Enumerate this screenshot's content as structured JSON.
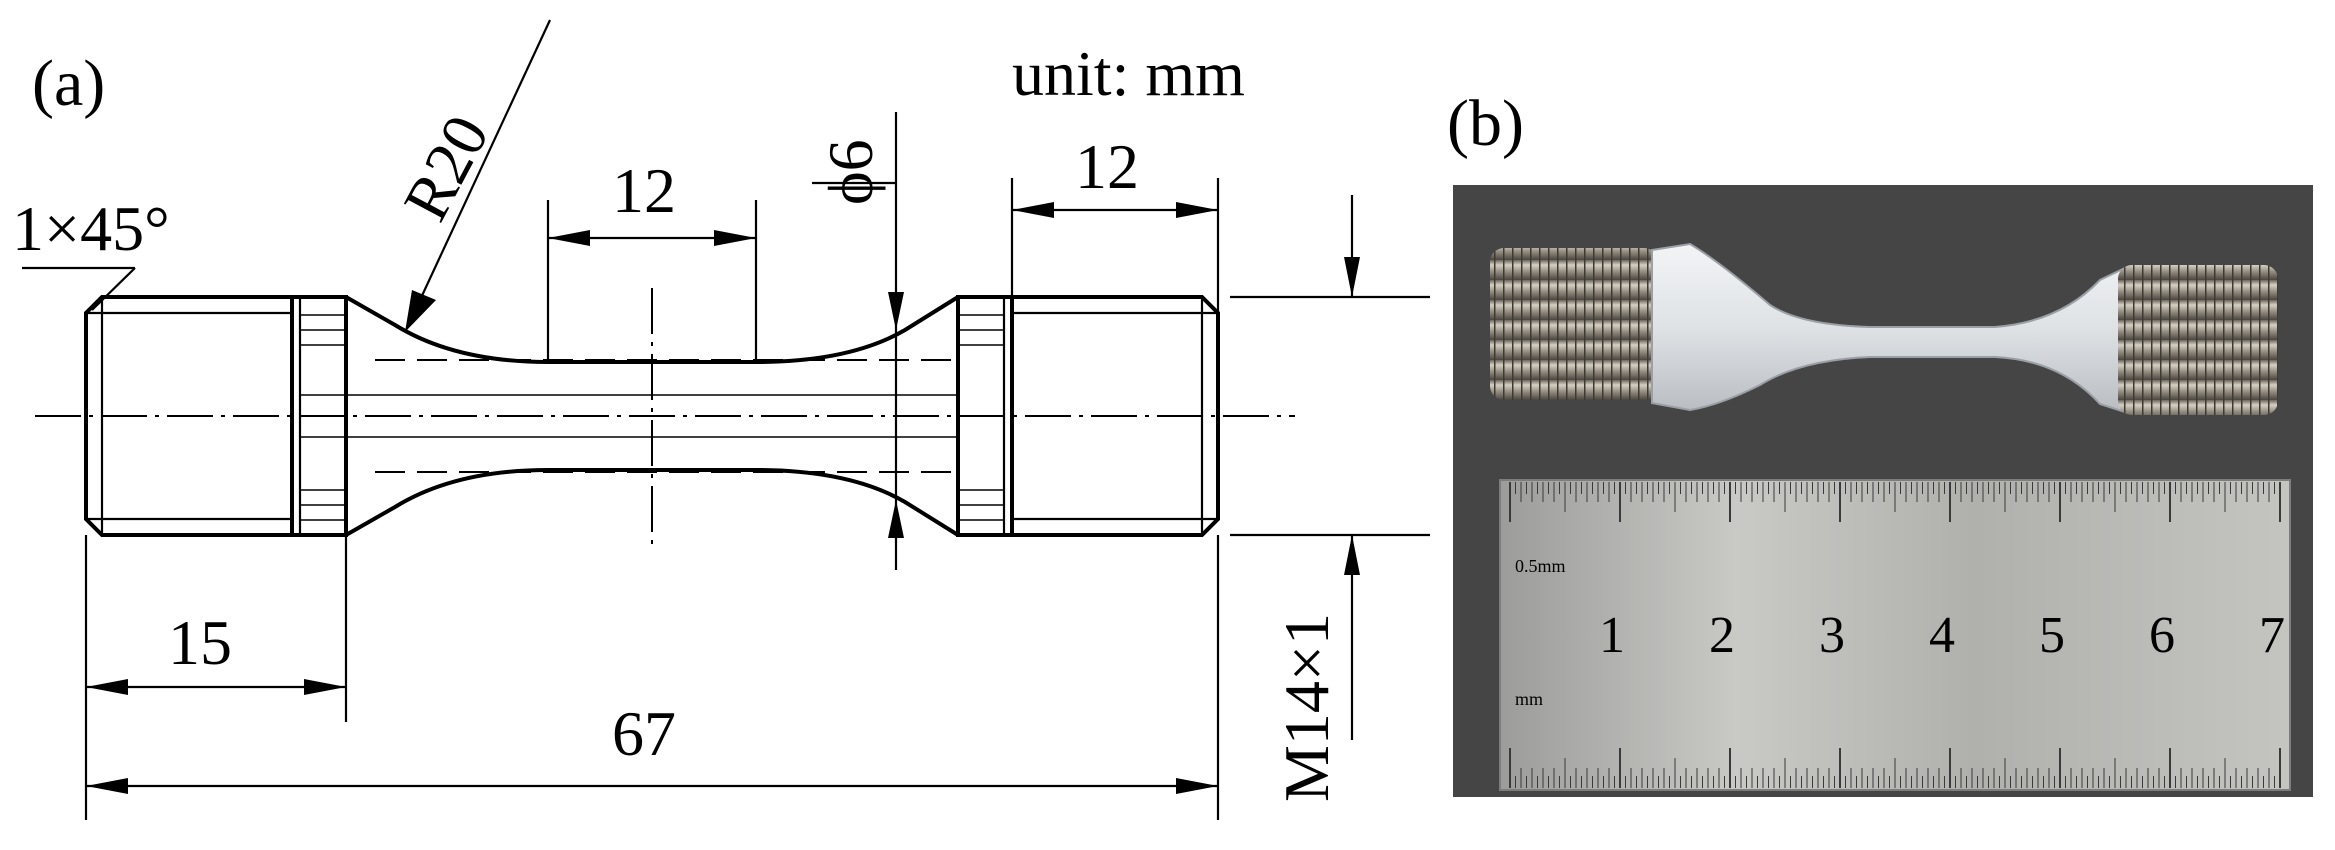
{
  "panel_a": {
    "label": "(a)",
    "unit_note": "unit: mm",
    "dims": {
      "chamfer": "1×45°",
      "radius": "R20",
      "gauge_length": "12",
      "diameter": "ϕ6",
      "thread_length": "12",
      "grip_length": "15",
      "total_length": "67",
      "thread_spec": "M14×1"
    }
  },
  "panel_b": {
    "label": "(b)",
    "ruler": {
      "scale_note": "0.5mm",
      "unit_mark": "mm",
      "numbers": [
        "1",
        "2",
        "3",
        "4",
        "5",
        "6",
        "7"
      ]
    }
  },
  "colors": {
    "photo_background": "#4a4a4a",
    "ceramic_coating": "#dcdfe2",
    "metal_thread": "#a9a296",
    "ruler_steel": "#b9b9b7"
  }
}
